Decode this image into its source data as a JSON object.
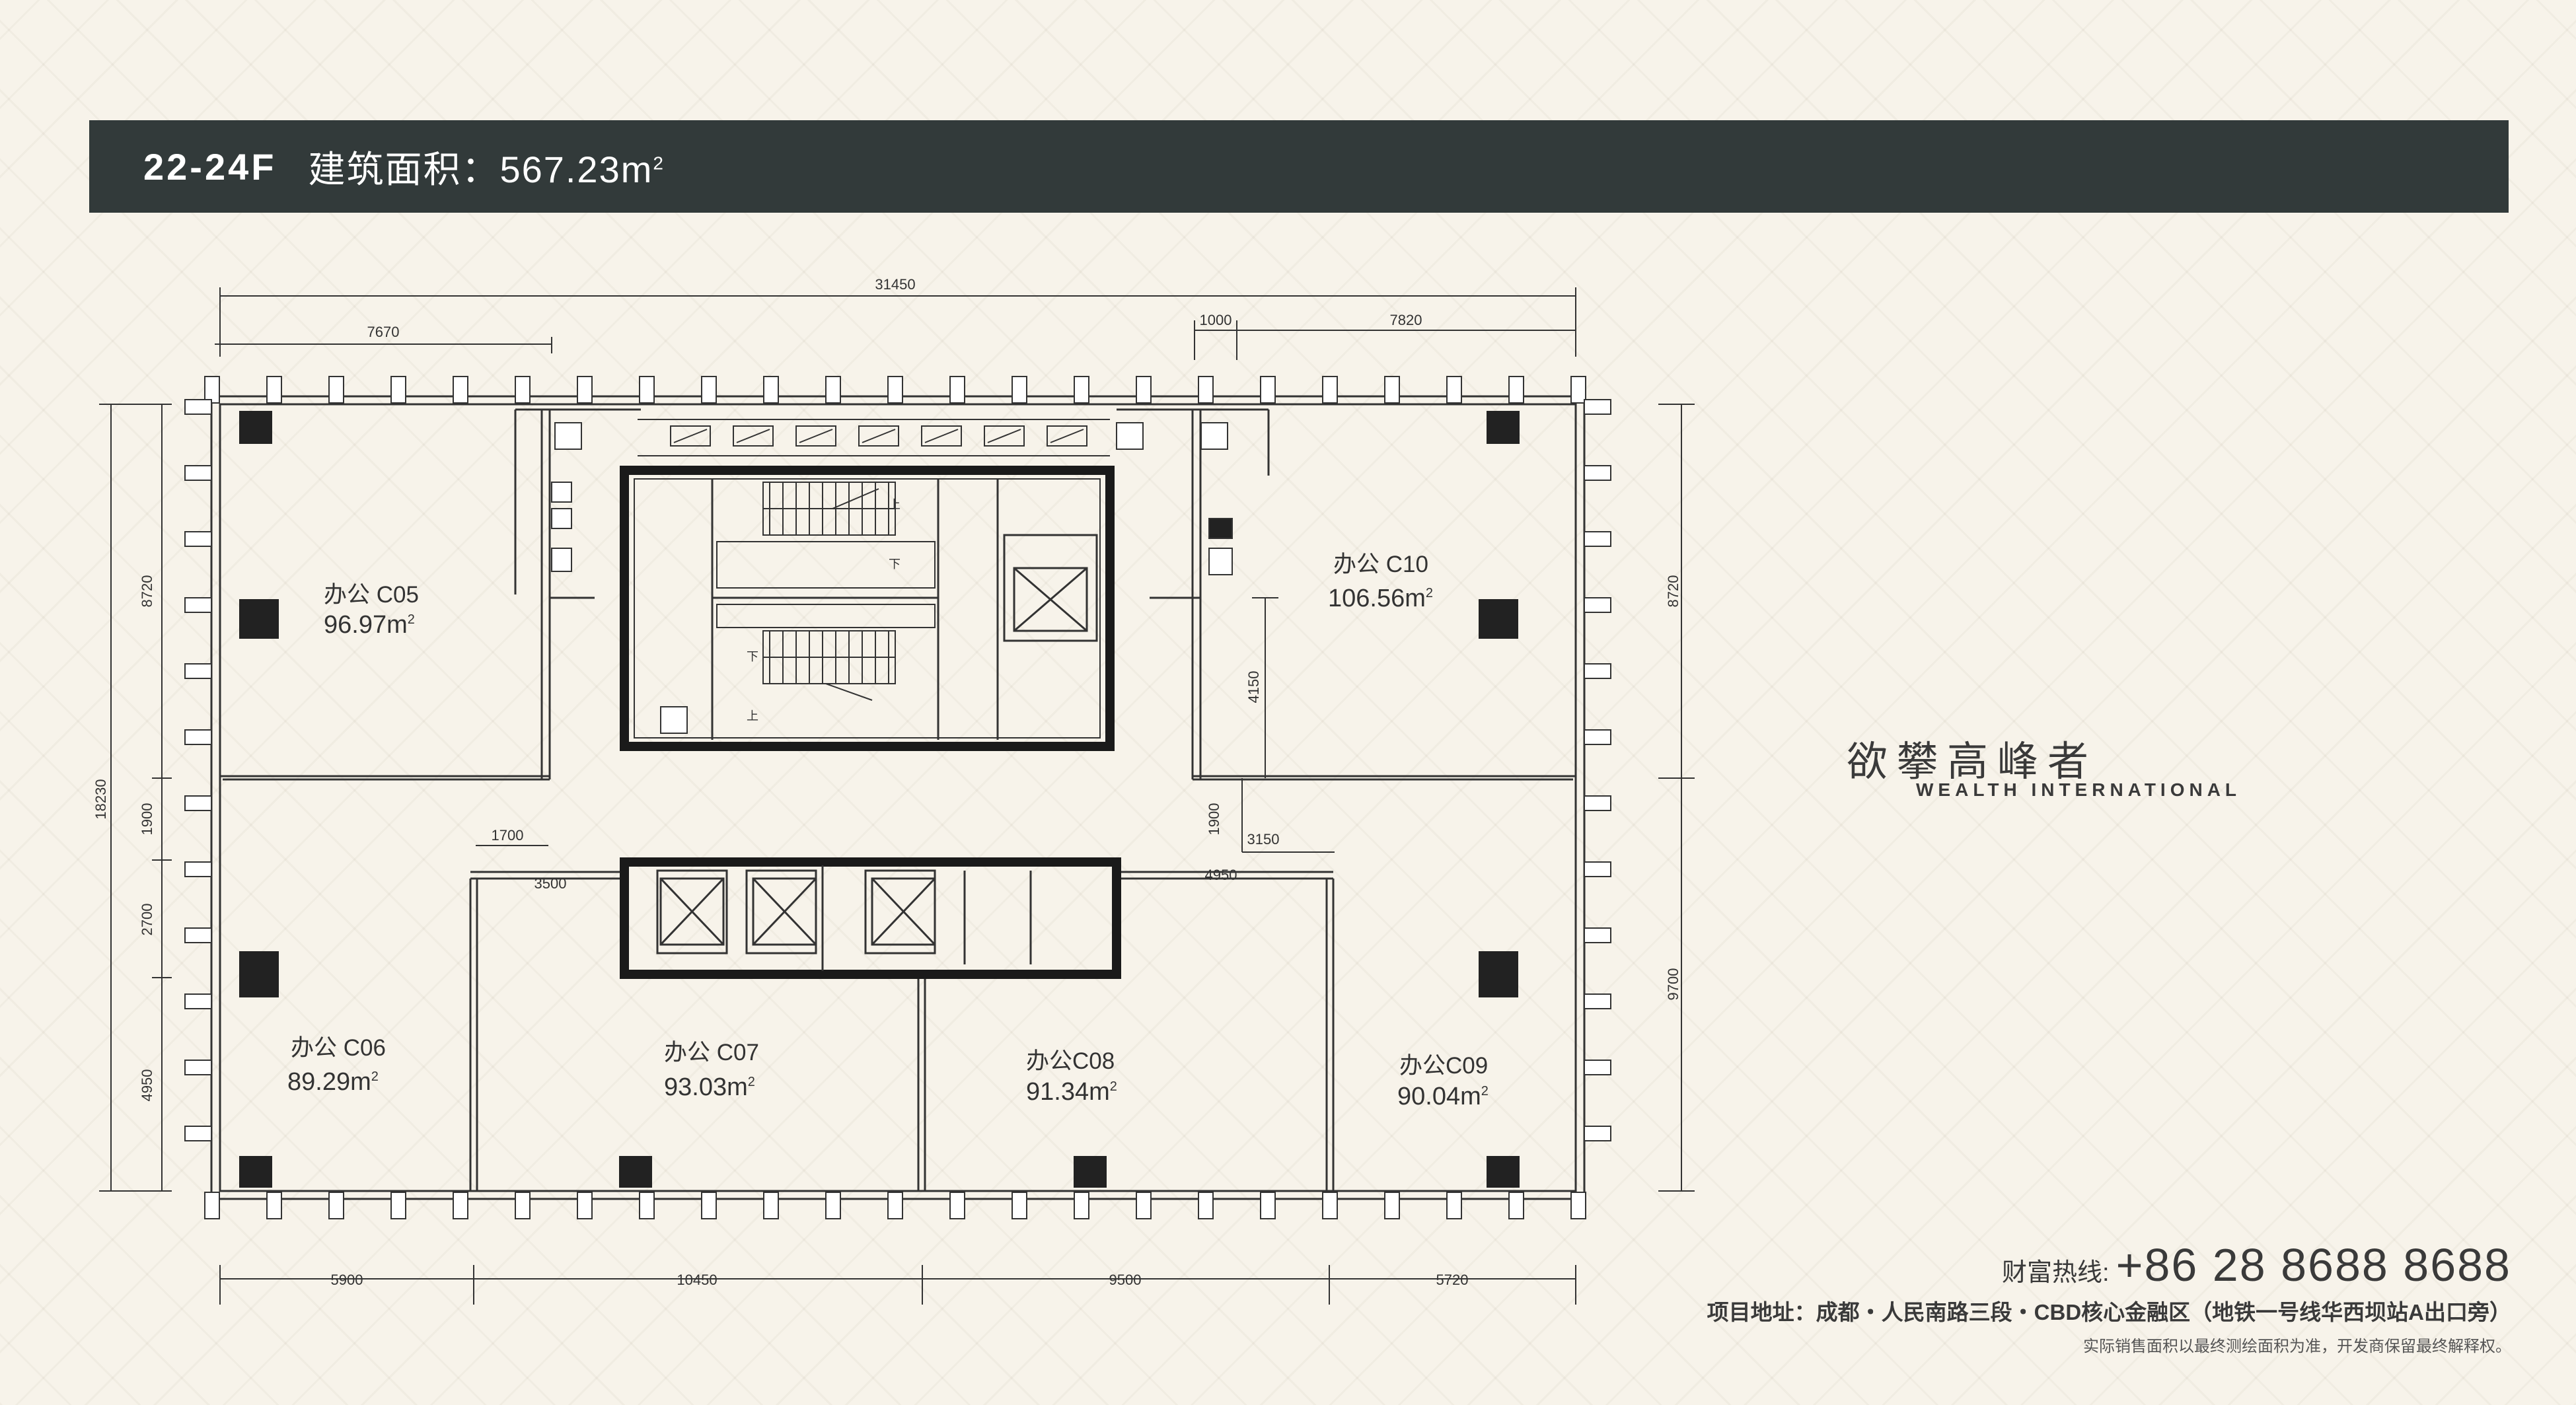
{
  "header": {
    "floor": "22-24F",
    "area_label": "建筑面积：",
    "area_value": "567.23m",
    "area_unit_sup": "2"
  },
  "rooms": [
    {
      "name": "办公 C05",
      "area": "96.97m",
      "sup": "2"
    },
    {
      "name": "办公 C06",
      "area": "89.29m",
      "sup": "2"
    },
    {
      "name": "办公 C07",
      "area": "93.03m",
      "sup": "2"
    },
    {
      "name": "办公C08",
      "area": "91.34m",
      "sup": "2"
    },
    {
      "name": "办公C09",
      "area": "90.04m",
      "sup": "2"
    },
    {
      "name": "办公 C10",
      "area": "106.56m",
      "sup": "2"
    }
  ],
  "dimensions": {
    "top_total": "31450",
    "top_left": "7670",
    "top_right_a": "1000",
    "top_right_b": "7820",
    "bottom": [
      "5900",
      "10450",
      "9500",
      "5720"
    ],
    "left_total": "18230",
    "left_upper": "8720",
    "left_mid_a": "1900",
    "left_mid_b": "2700",
    "left_lower": "4950",
    "right_upper": "8720",
    "right_lower": "9700",
    "inner_1700": "1700",
    "inner_3500": "3500",
    "inner_4150": "4150",
    "inner_1900": "1900",
    "inner_3150": "3150",
    "inner_4950": "4950"
  },
  "stairs": {
    "up": "上",
    "down": "下"
  },
  "slogan": {
    "cn": "欲攀高峰者",
    "en": "WEALTH INTERNATIONAL"
  },
  "footer": {
    "hotline_label": "财富热线:",
    "hotline_number": "+86 28 8688 8688",
    "address": "项目地址：成都・人民南路三段・CBD核心金融区（地铁一号线华西坝站A出口旁）",
    "disclaimer": "实际销售面积以最终测绘面积为准，开发商保留最终解释权。"
  },
  "colors": {
    "header_bg": "#323a3a",
    "wall_dark": "#1a1a1a",
    "background": "#f7f3ea"
  }
}
